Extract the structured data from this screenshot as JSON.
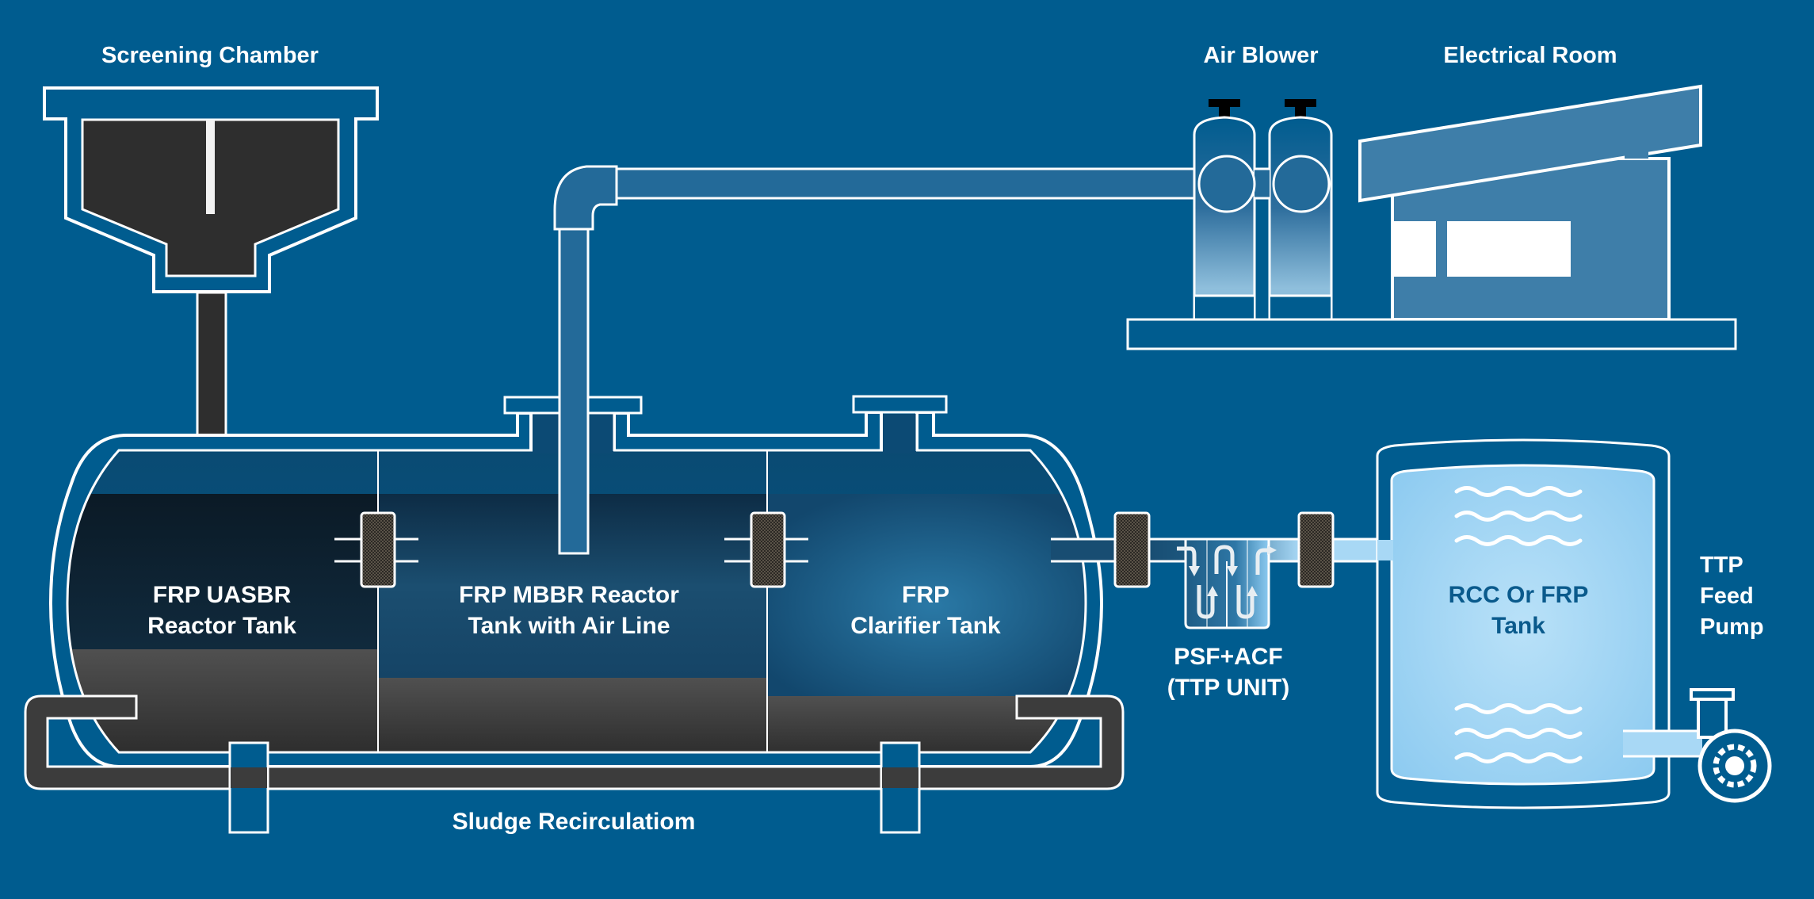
{
  "diagram": {
    "title": "Sewage Treatment Plant Process Flow",
    "colors": {
      "background": "#005c8f",
      "outline": "#ffffff",
      "sludge": "#3a3a3a",
      "pipe": "#236a99",
      "building": "#3e7ea9",
      "clean_water": "#a8d8f5",
      "filter": "#2f2b27"
    },
    "labels": {
      "screening_chamber": "Screening Chamber",
      "air_blower": "Air Blower",
      "electrical_room": "Electrical Room",
      "uasbr_line1": "FRP UASBR",
      "uasbr_line2": "Reactor Tank",
      "mbbr_line1": "FRP MBBR Reactor",
      "mbbr_line2": "Tank with Air Line",
      "clarifier_line1": "FRP",
      "clarifier_line2": "Clarifier Tank",
      "ttp_line1": "PSF+ACF",
      "ttp_line2": "(TTP UNIT)",
      "storage_line1": "RCC Or FRP",
      "storage_line2": "Tank",
      "pump_line1": "TTP",
      "pump_line2": "Feed",
      "pump_line3": "Pump",
      "sludge": "Sludge Recirculatiom"
    },
    "components": [
      {
        "name": "Screening Chamber",
        "icon": "hopper-icon"
      },
      {
        "name": "FRP UASBR Reactor Tank",
        "icon": "tank-compartment"
      },
      {
        "name": "FRP MBBR Reactor Tank with Air Line",
        "icon": "tank-compartment"
      },
      {
        "name": "FRP Clarifier Tank",
        "icon": "tank-compartment"
      },
      {
        "name": "PSF+ACF (TTP UNIT)",
        "icon": "filter-flow-icon"
      },
      {
        "name": "RCC Or FRP Tank",
        "icon": "water-tank-icon"
      },
      {
        "name": "TTP Feed Pump",
        "icon": "pump-icon"
      },
      {
        "name": "Air Blower",
        "icon": "blower-icon"
      },
      {
        "name": "Electrical Room",
        "icon": "building-icon"
      }
    ]
  }
}
